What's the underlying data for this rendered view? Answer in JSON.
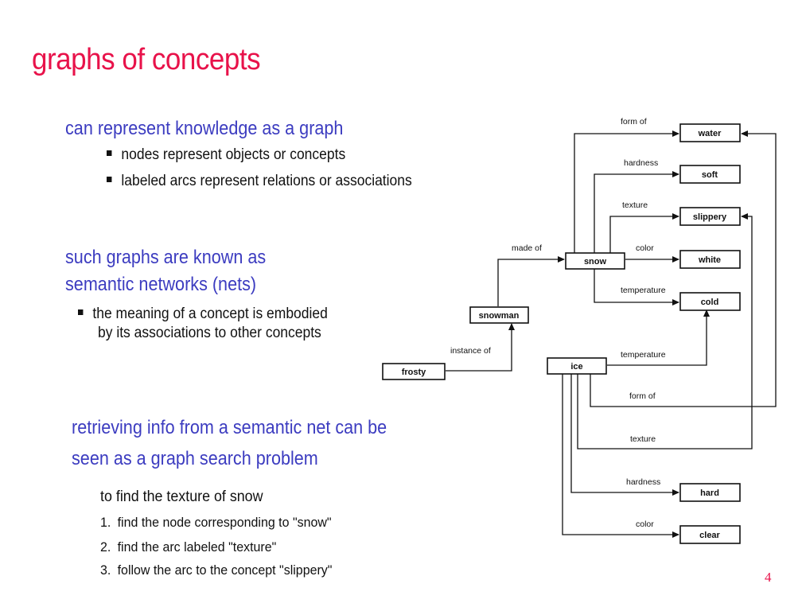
{
  "slide": {
    "title": "graphs of concepts",
    "page_number": "4"
  },
  "section1": {
    "heading": "can represent knowledge as a graph",
    "bullets": [
      "nodes represent objects or concepts",
      "labeled arcs represent relations or associations"
    ]
  },
  "section2": {
    "heading_line1": "such graphs are known as",
    "heading_line2": "semantic networks (nets)",
    "bullet_line1": "the meaning of a concept is embodied",
    "bullet_line2": "by its associations to other concepts"
  },
  "section3": {
    "heading_line1": "retrieving info from a semantic net can be",
    "heading_line2": "seen as a graph search problem",
    "intro": "to find the texture of snow",
    "steps": [
      {
        "num": "1.",
        "text": "find the node corresponding to \"snow\""
      },
      {
        "num": "2.",
        "text": "find the arc labeled \"texture\""
      },
      {
        "num": "3.",
        "text": "follow the arc to the concept \"slippery\""
      }
    ]
  },
  "diagram": {
    "nodes": {
      "water": "water",
      "soft": "soft",
      "slippery": "slippery",
      "white": "white",
      "cold": "cold",
      "snow": "snow",
      "snowman": "snowman",
      "ice": "ice",
      "frosty": "frosty",
      "hard": "hard",
      "clear": "clear"
    },
    "arcs": {
      "form_of_1": "form of",
      "hardness_1": "hardness",
      "texture_1": "texture",
      "color_1": "color",
      "temperature_1": "temperature",
      "made_of": "made of",
      "instance_of": "instance of",
      "temperature_2": "temperature",
      "form_of_2": "form of",
      "texture_2": "texture",
      "hardness_2": "hardness",
      "color_2": "color"
    }
  }
}
